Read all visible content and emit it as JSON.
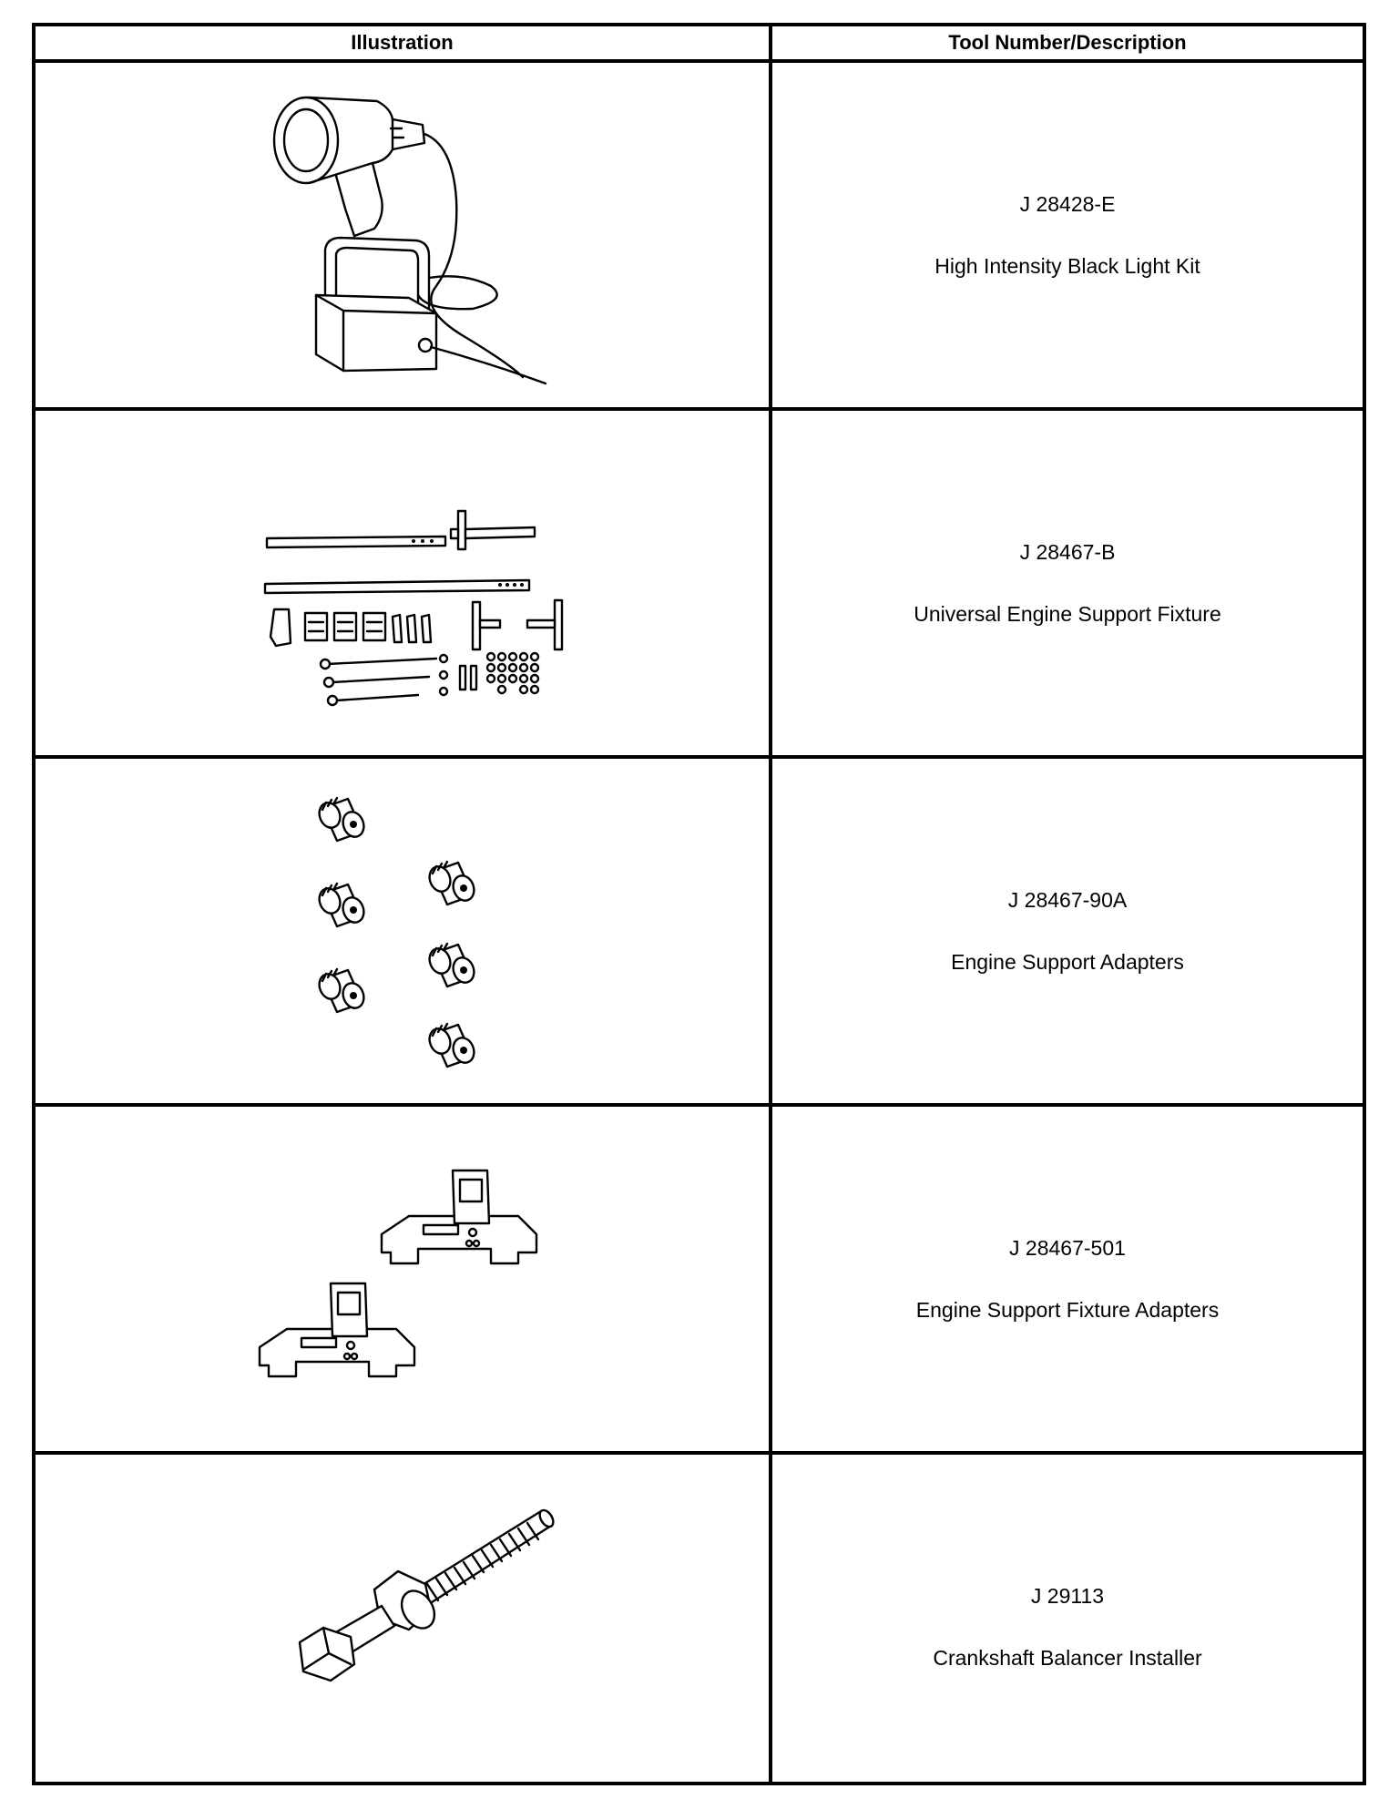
{
  "header": {
    "illustration": "Illustration",
    "tool_description": "Tool Number/Description"
  },
  "rows": [
    {
      "tool_number": "J 28428-E",
      "description": "High Intensity Black Light Kit",
      "icon": "black-light-kit-icon"
    },
    {
      "tool_number": "J 28467-B",
      "description": "Universal Engine Support Fixture",
      "icon": "engine-support-fixture-icon"
    },
    {
      "tool_number": "J 28467-90A",
      "description": "Engine Support Adapters",
      "icon": "engine-support-adapters-icon"
    },
    {
      "tool_number": "J 28467-501",
      "description": "Engine Support Fixture Adapters",
      "icon": "fixture-adapters-icon"
    },
    {
      "tool_number": "J 29113",
      "description": "Crankshaft Balancer Installer",
      "icon": "balancer-installer-icon"
    }
  ]
}
